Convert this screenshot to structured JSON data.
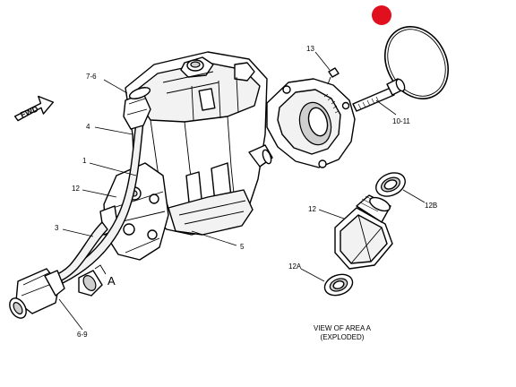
{
  "callouts": {
    "c7_6": "7-6",
    "c4": "4",
    "c1": "1",
    "c12_left": "12",
    "c3": "3",
    "c6_9": "6-9",
    "c5": "5",
    "c13": "13",
    "c10_11": "10-11",
    "c12_right": "12",
    "c12B": "12B",
    "c12A": "12A",
    "area_a": "A"
  },
  "direction_arrow": {
    "label": "FWD"
  },
  "view_caption": {
    "line1": "VIEW OF AREA A",
    "line2": "(EXPLODED)"
  },
  "marker": {
    "color": "#e0101e"
  }
}
